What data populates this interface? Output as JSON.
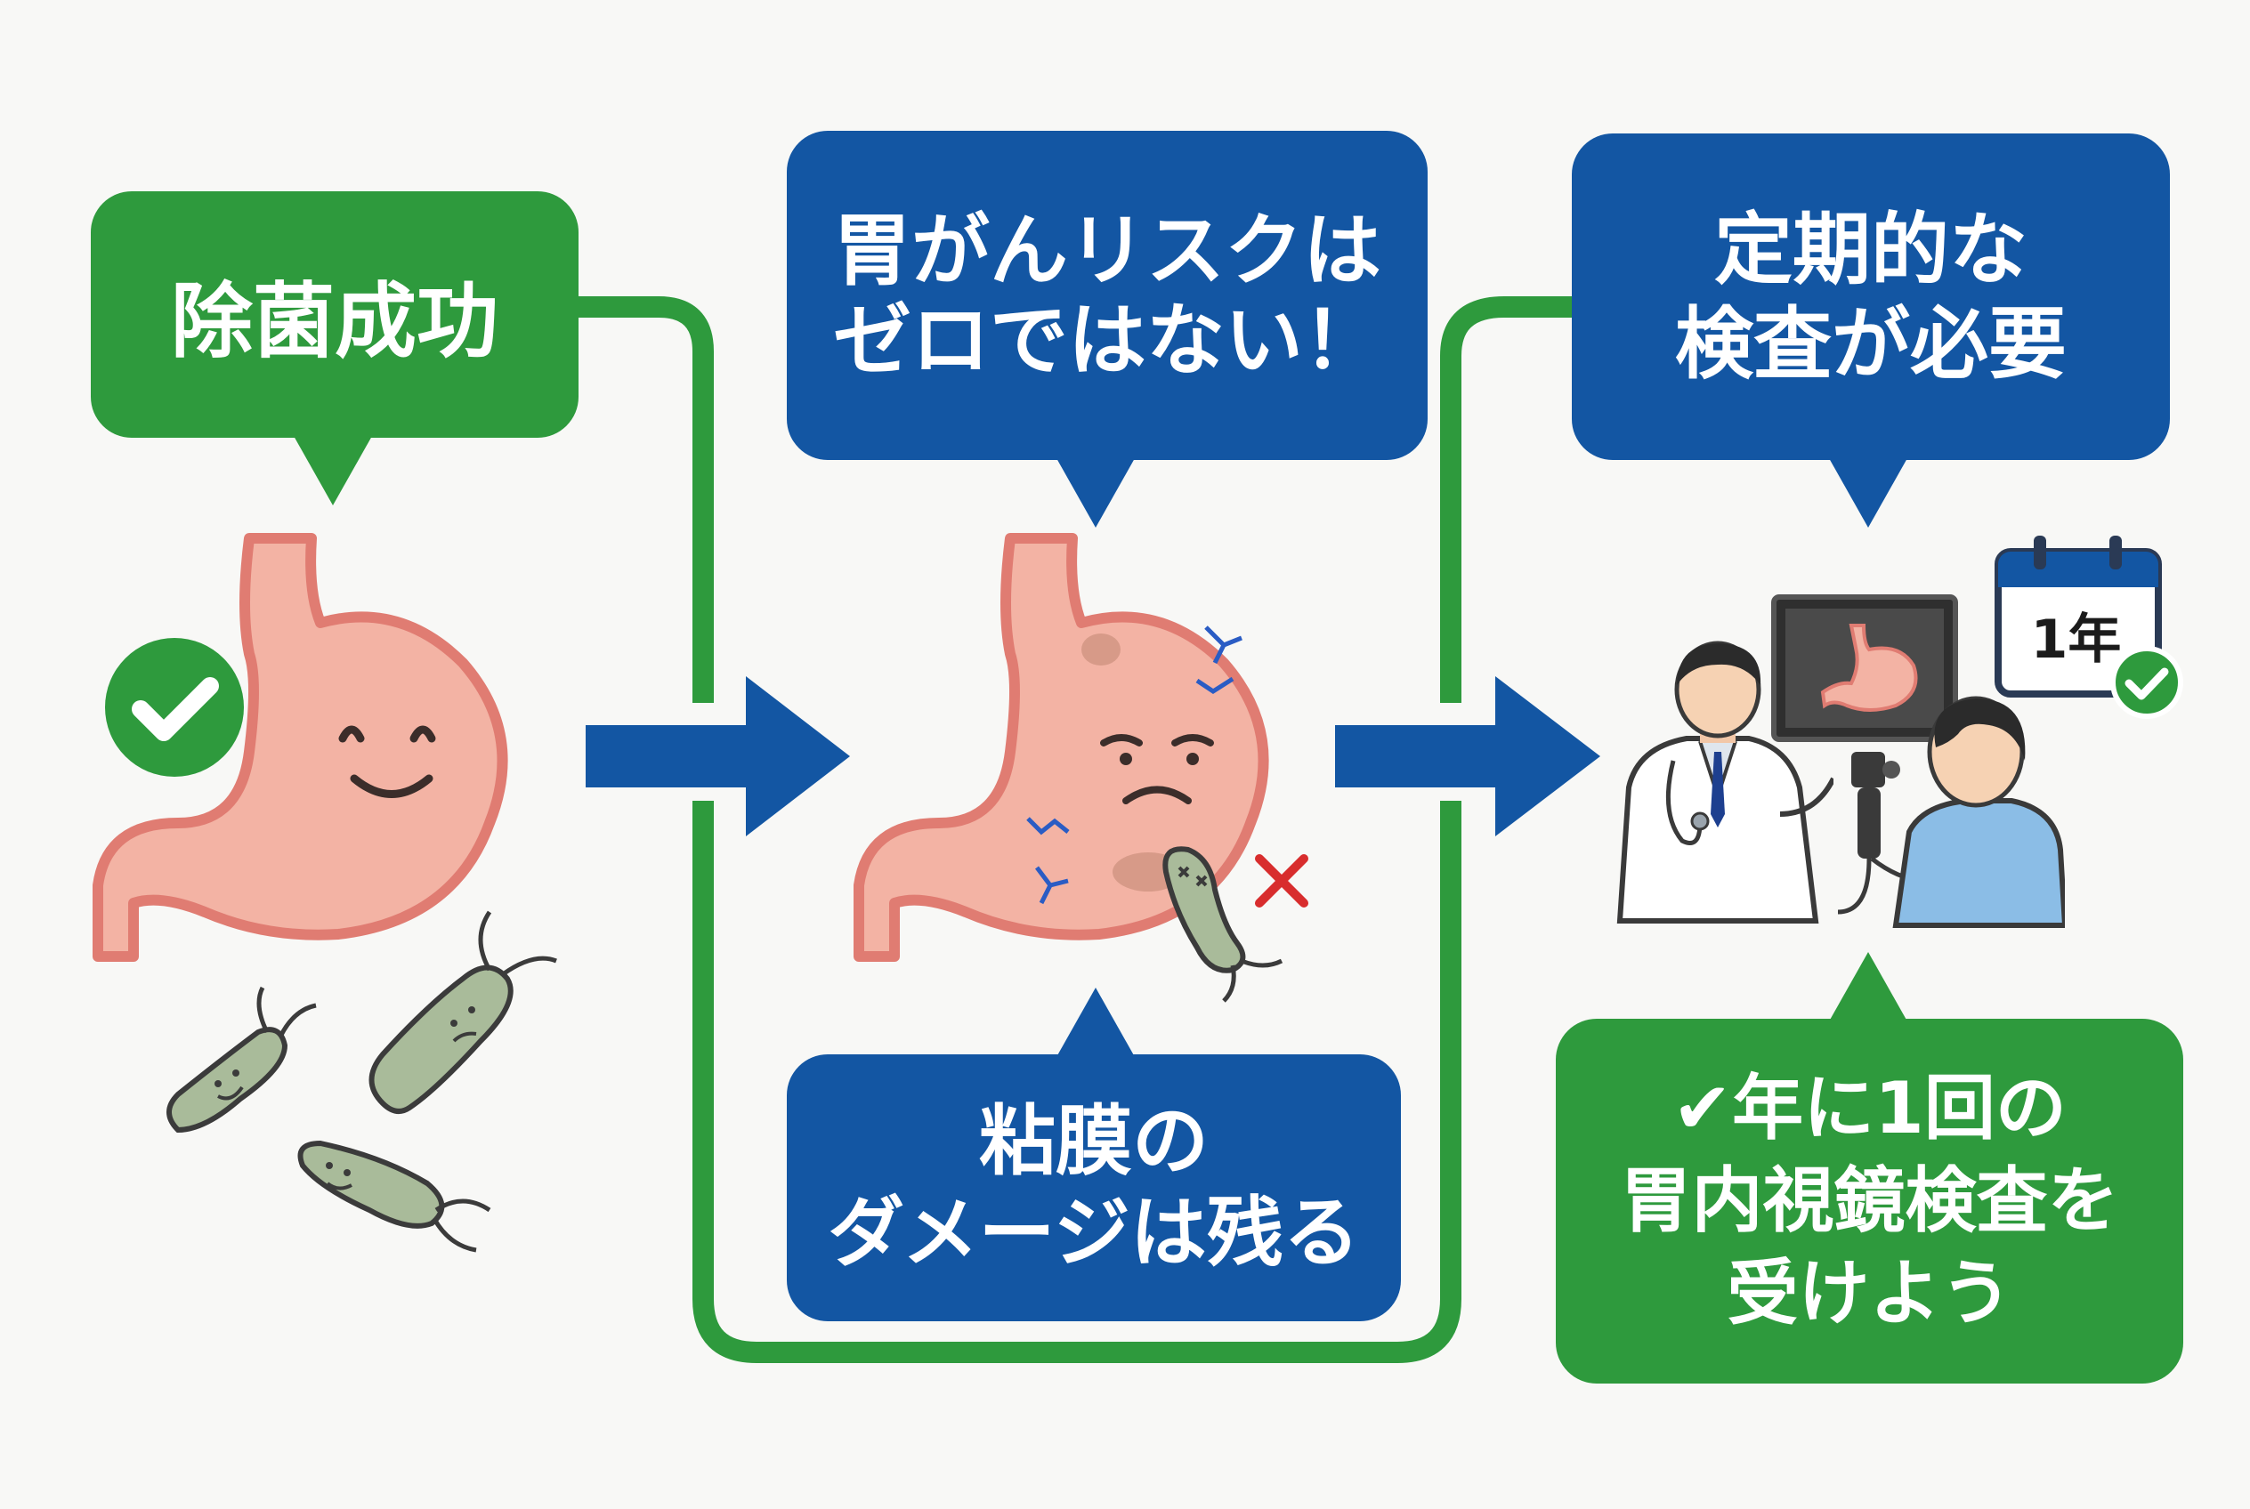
{
  "steps": {
    "success": {
      "label": "除菌成功"
    },
    "risk": {
      "line1": "胃がんリスクは",
      "line2": "ゼロではない！"
    },
    "damage": {
      "line1": "粘膜の",
      "line2": "ダメージは残る"
    },
    "regular": {
      "line1": "定期的な",
      "line2": "検査が必要"
    },
    "advice": {
      "line1": "✔年に1回の",
      "line2": "胃内視鏡検査を",
      "line3": "受けよう"
    }
  },
  "calendar": {
    "label": "1年"
  },
  "colors": {
    "green": "#2e9a3d",
    "blue": "#1356a3",
    "stomach_fill": "#f3b3a4",
    "stomach_stroke": "#e07c72",
    "bacteria": "#a9bb9a",
    "crack": "#2a5cc4",
    "cross": "#d82d2d"
  },
  "icons": [
    "check-circle-icon",
    "stomach-icon",
    "bacteria-icon",
    "arrow-right-icon",
    "doctor-icon",
    "patient-icon",
    "monitor-icon",
    "endoscope-icon",
    "calendar-icon"
  ]
}
